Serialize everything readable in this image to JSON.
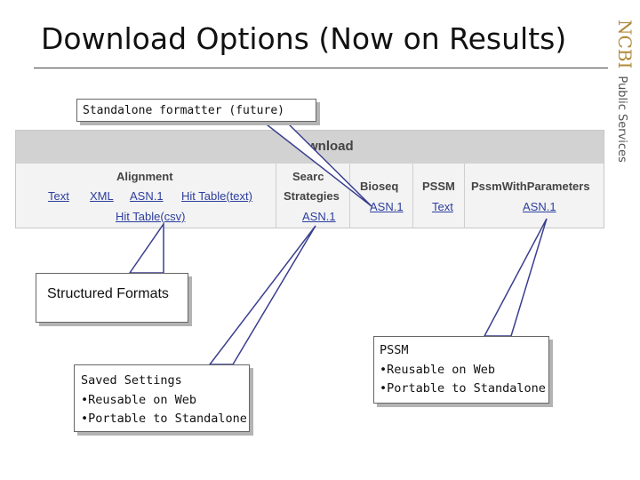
{
  "slide": {
    "title": "Download Options (Now on Results)",
    "brand": {
      "name": "NCBI",
      "subtitle": "Public Services"
    }
  },
  "panel": {
    "header_label": "wnload",
    "columns": {
      "alignment": {
        "label": "Alignment",
        "links": [
          "Text",
          "XML",
          "ASN.1",
          "Hit Table(text)",
          "Hit Table(csv)"
        ]
      },
      "search_strategies": {
        "label_line1": "Searc",
        "label_line2": "Strategies",
        "links": [
          "ASN.1"
        ]
      },
      "bioseq": {
        "label": "Bioseq",
        "links": [
          "ASN.1"
        ]
      },
      "pssm": {
        "label": "PSSM",
        "links": [
          "Text"
        ]
      },
      "pssm_with_parameters": {
        "label": "PssmWithParameters",
        "links": [
          "ASN.1"
        ]
      }
    }
  },
  "callouts": {
    "standalone": {
      "text": "Standalone formatter (future)"
    },
    "structured": {
      "text": "Structured Formats"
    },
    "saved": {
      "lines": [
        "Saved Settings",
        "•Reusable on Web",
        "•Portable to Standalone"
      ]
    },
    "pssm": {
      "lines": [
        "PSSM",
        "•Reusable on Web",
        "•Portable to Standalone"
      ]
    }
  },
  "colors": {
    "link": "#2c3e9e",
    "callout_border": "#666666",
    "pointer": "#3a3f8f",
    "brand": "#b08a3a"
  }
}
